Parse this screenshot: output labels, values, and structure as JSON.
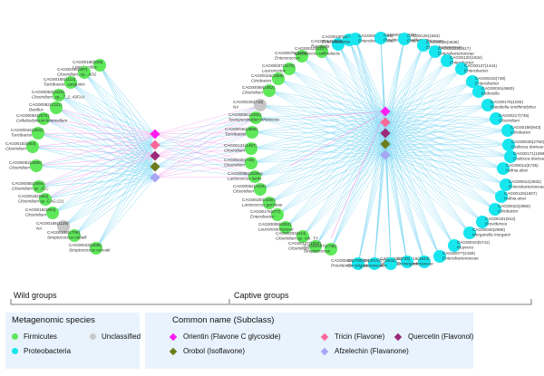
{
  "colors": {
    "firmicutes": "#5ee85a",
    "proteobacteria": "#17e6ef",
    "unclassified": "#c8c8c8",
    "orientin": "#ff1ef0",
    "tricin": "#f86898",
    "quercetin": "#9a2a78",
    "orobol": "#6e7c1c",
    "afzelechin": "#a7a4f3",
    "edge_blue": "#6fd3f2",
    "edge_pink": "#f39be9"
  },
  "wild_nodes": [
    {
      "id": "CAG00188(928)",
      "taxon": "Lysinibacillus",
      "phylum": "firmicutes"
    },
    {
      "id": "CAG00193(897)",
      "taxon": "Clostridium_sp._AD2",
      "phylum": "firmicutes"
    },
    {
      "id": "CAG00168(1113)",
      "taxon": "Turicibacter_sanguinis",
      "phylum": "firmicutes"
    },
    {
      "id": "CAG00063(2423)",
      "taxon": "Clostridium_sp._7_2_43FAA",
      "phylum": "firmicutes"
    },
    {
      "id": "CAG00082(2121)",
      "taxon": "Bacillus",
      "phylum": "firmicutes"
    },
    {
      "id": "CAG00054(2570)",
      "taxon": "Cellulosilyticum lentocellum",
      "phylum": "firmicutes"
    },
    {
      "id": "CAG00044(2822)",
      "taxon": "Turicibacter",
      "phylum": "firmicutes"
    },
    {
      "id": "CAG00183(954)",
      "taxon": "Clostridium",
      "phylum": "firmicutes"
    },
    {
      "id": "CAG00053(2590)",
      "taxon": "Clostridium",
      "phylum": "firmicutes"
    },
    {
      "id": "CAG00055(2564)",
      "taxon": "Clostridium sp. JCC",
      "phylum": "firmicutes"
    },
    {
      "id": "CAG00182(954)",
      "taxon": "Clostridium sp. CAG:221",
      "phylum": "firmicutes"
    },
    {
      "id": "CAG00192(904)",
      "taxon": "Clostridium",
      "phylum": "firmicutes"
    },
    {
      "id": "CAG00165(1135)",
      "taxon": "NA",
      "phylum": "unclassified"
    },
    {
      "id": "CAG00108(1709)",
      "taxon": "Streptococcus caballi",
      "phylum": "firmicutes"
    },
    {
      "id": "CAG00043(2835)",
      "taxon": "Streptococcus orisratti",
      "phylum": "firmicutes"
    }
  ],
  "captive_left_nodes": [
    {
      "id": "CAG00075(2171)",
      "taxon": "Enterococcus",
      "phylum": "firmicutes"
    },
    {
      "id": "CAG00037(3170)",
      "taxon": "Leuconostoc",
      "phylum": "firmicutes"
    },
    {
      "id": "CAG00115(1656)",
      "taxon": "Citrobacter",
      "phylum": "firmicutes"
    },
    {
      "id": "CAG00069(1952)",
      "taxon": "Clostridium",
      "phylum": "firmicutes"
    },
    {
      "id": "CAG00225(718)",
      "taxon": "NA",
      "phylum": "unclassified"
    },
    {
      "id": "CAG00061(2462)",
      "taxon": "Terrisporobacter othiniensis",
      "phylum": "firmicutes"
    },
    {
      "id": "CAG00045(2806)",
      "taxon": "Turicibacter",
      "phylum": "firmicutes"
    },
    {
      "id": "CAG00134(1457)",
      "taxon": "Clostridium",
      "phylum": "firmicutes"
    },
    {
      "id": "CAG00220(736)",
      "taxon": "Clostridium",
      "phylum": "firmicutes"
    },
    {
      "id": "CAG00085(2028a)",
      "taxon": "Lactococcus lactis",
      "phylum": "firmicutes"
    },
    {
      "id": "CAG00062(2429)",
      "taxon": "Clostridium",
      "phylum": "firmicutes"
    },
    {
      "id": "CAG00100(1830)",
      "taxon": "Lactococcus garvieae",
      "phylum": "firmicutes"
    },
    {
      "id": "CAG00178(877)",
      "taxon": "Enterobacter",
      "phylum": "firmicutes"
    },
    {
      "id": "CAG00009(6363)",
      "taxon": "Leuconostocaceae",
      "phylum": "firmicutes"
    },
    {
      "id": "CAG00203(814)",
      "taxon": "Clostridium sp. Adr. TY",
      "phylum": "firmicutes"
    },
    {
      "id": "CAG00127(1562)",
      "taxon": "Clostridium",
      "phylum": "firmicutes"
    },
    {
      "id": "CAG00107(1736)",
      "taxon": "Streptococcus",
      "phylum": "firmicutes"
    }
  ],
  "captive_ring_nodes": [
    {
      "id": "CAG00012(5337)",
      "taxon": "Lactococcus raffinolactis",
      "phylum": "firmicutes"
    },
    {
      "id": "CAG00017(4502)",
      "taxon": "Raoultella",
      "phylum": "proteobacteria"
    },
    {
      "id": "CAG00160(1178)",
      "taxon": "Enterobacteriaceae",
      "phylum": "proteobacteria"
    },
    {
      "id": "CAG00001(15966)",
      "taxon": "Enterobacteriaceae",
      "phylum": "proteobacteria"
    },
    {
      "id": "CAG00008(6970)",
      "taxon": "Providencia alcalifaciens",
      "phylum": "proteobacteria"
    },
    {
      "id": "CAG00126(1563)",
      "taxon": "Enterobacteriaceae",
      "phylum": "proteobacteria"
    },
    {
      "id": "CAG00026(3638)",
      "taxon": "Enterobacteriaceae",
      "phylum": "proteobacteria"
    },
    {
      "id": "CAG00123(1617)",
      "taxon": "Enterobacteriaceae",
      "phylum": "proteobacteria"
    },
    {
      "id": "CAG00120(1634)",
      "taxon": "Enterobacter",
      "phylum": "proteobacteria"
    },
    {
      "id": "CAG00137(1444)",
      "taxon": "Enterobacter",
      "phylum": "proteobacteria"
    },
    {
      "id": "CAG00215(749)",
      "taxon": "Enterobacter",
      "phylum": "proteobacteria"
    },
    {
      "id": "CAG00015(4663)",
      "taxon": "Klebsiella",
      "phylum": "proteobacteria"
    },
    {
      "id": "CAG00175(1026)",
      "taxon": "Raoultella ornithinolytica",
      "phylum": "proteobacteria"
    },
    {
      "id": "CAG00217(745)",
      "taxon": "Clostridium",
      "phylum": "proteobacteria"
    },
    {
      "id": "CAG00186(943)",
      "taxon": "Citrobacter",
      "phylum": "proteobacteria"
    },
    {
      "id": "CAG00048(2750)",
      "taxon": "Cedecea davisae",
      "phylum": "proteobacteria"
    },
    {
      "id": "CAG00171(1069)",
      "taxon": "Cedecea davisae",
      "phylum": "proteobacteria"
    },
    {
      "id": "CAG00011(5735)",
      "taxon": "Hafnia alvei",
      "phylum": "proteobacteria"
    },
    {
      "id": "CAG00014(4932)",
      "taxon": "Enterobacteriaceae",
      "phylum": "proteobacteria"
    },
    {
      "id": "CAG00129(1607)",
      "taxon": "Hafnia alvei",
      "phylum": "proteobacteria"
    },
    {
      "id": "CAG00023(3960)",
      "taxon": "Citrobacter",
      "phylum": "proteobacteria"
    },
    {
      "id": "CAG00191(912)",
      "taxon": "Providencia",
      "phylum": "proteobacteria"
    },
    {
      "id": "CAG00040(2969)",
      "taxon": "Morganella morganii",
      "phylum": "proteobacteria"
    },
    {
      "id": "CAG00010(5741)",
      "taxon": "Kluyvera",
      "phylum": "proteobacteria"
    },
    {
      "id": "CAG00077(2159)",
      "taxon": "Enterobacteriaceae",
      "phylum": "proteobacteria"
    },
    {
      "id": "CAG00116(1643)",
      "taxon": "Enterobacteriaceae",
      "phylum": "proteobacteria"
    },
    {
      "id": "CAG00218(745)",
      "taxon": "Morganella morganii",
      "phylum": "proteobacteria"
    },
    {
      "id": "CAG00027(3632)",
      "taxon": "Leuconostoc",
      "phylum": "proteobacteria"
    },
    {
      "id": "CAG00039(3010)",
      "taxon": "Enterobacteriaceae",
      "phylum": "proteobacteria"
    },
    {
      "id": "CAG00046(2788)",
      "taxon": "Providencia rettgeri",
      "phylum": "proteobacteria"
    }
  ],
  "compounds": [
    "orientin",
    "tricin",
    "quercetin",
    "orobol",
    "afzelechin"
  ],
  "groups": {
    "wild": "Wild groups",
    "captive": "Captive groups"
  },
  "legend_species": {
    "title": "Metagenomic species",
    "items": [
      {
        "key": "firmicutes",
        "label": "Firmicutes"
      },
      {
        "key": "unclassified",
        "label": "Unclassified"
      },
      {
        "key": "proteobacteria",
        "label": "Proteobacteria"
      }
    ]
  },
  "legend_compounds": {
    "title": "Common name (Subclass)",
    "items": [
      {
        "key": "orientin",
        "label": "Orientin (Flavone C glycoside)"
      },
      {
        "key": "tricin",
        "label": "Tricin (Flavone)"
      },
      {
        "key": "quercetin",
        "label": "Quercetin (Flavonol)"
      },
      {
        "key": "orobol",
        "label": "Orobol (Isoflavone)"
      },
      {
        "key": "afzelechin",
        "label": "Afzelechin (Flavanone)"
      }
    ]
  }
}
